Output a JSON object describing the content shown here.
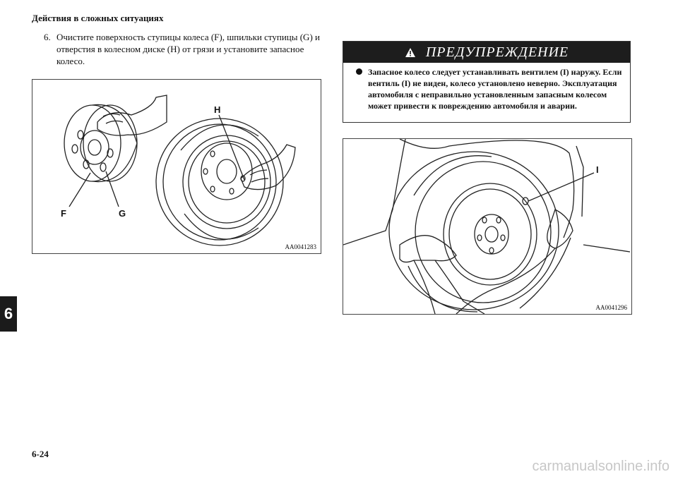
{
  "header": {
    "title": "Действия в сложных ситуациях"
  },
  "step": {
    "number": "6.",
    "text": "Очистите поверхность ступицы колеса (F), шпильки ступицы (G) и отверстия в колесном диске (H) от грязи и установите запасное колесо."
  },
  "figure1": {
    "code": "AA0041283",
    "labels": {
      "f": "F",
      "g": "G",
      "h": "H"
    }
  },
  "warning": {
    "title": "ПРЕДУПРЕЖДЕНИЕ",
    "text": "Запасное колесо следует устанавливать вентилем (I) наружу. Если вентиль (I) не виден, колесо установлено неверно. Эксплуатация автомобиля с неправильно установленным запасным колесом может привести к повреждению автомобиля и аварии."
  },
  "figure2": {
    "code": "AA0041296",
    "labels": {
      "i": "I"
    }
  },
  "chapter_tab": "6",
  "page_number": "6-24",
  "watermark": "carmanualsonline.info"
}
